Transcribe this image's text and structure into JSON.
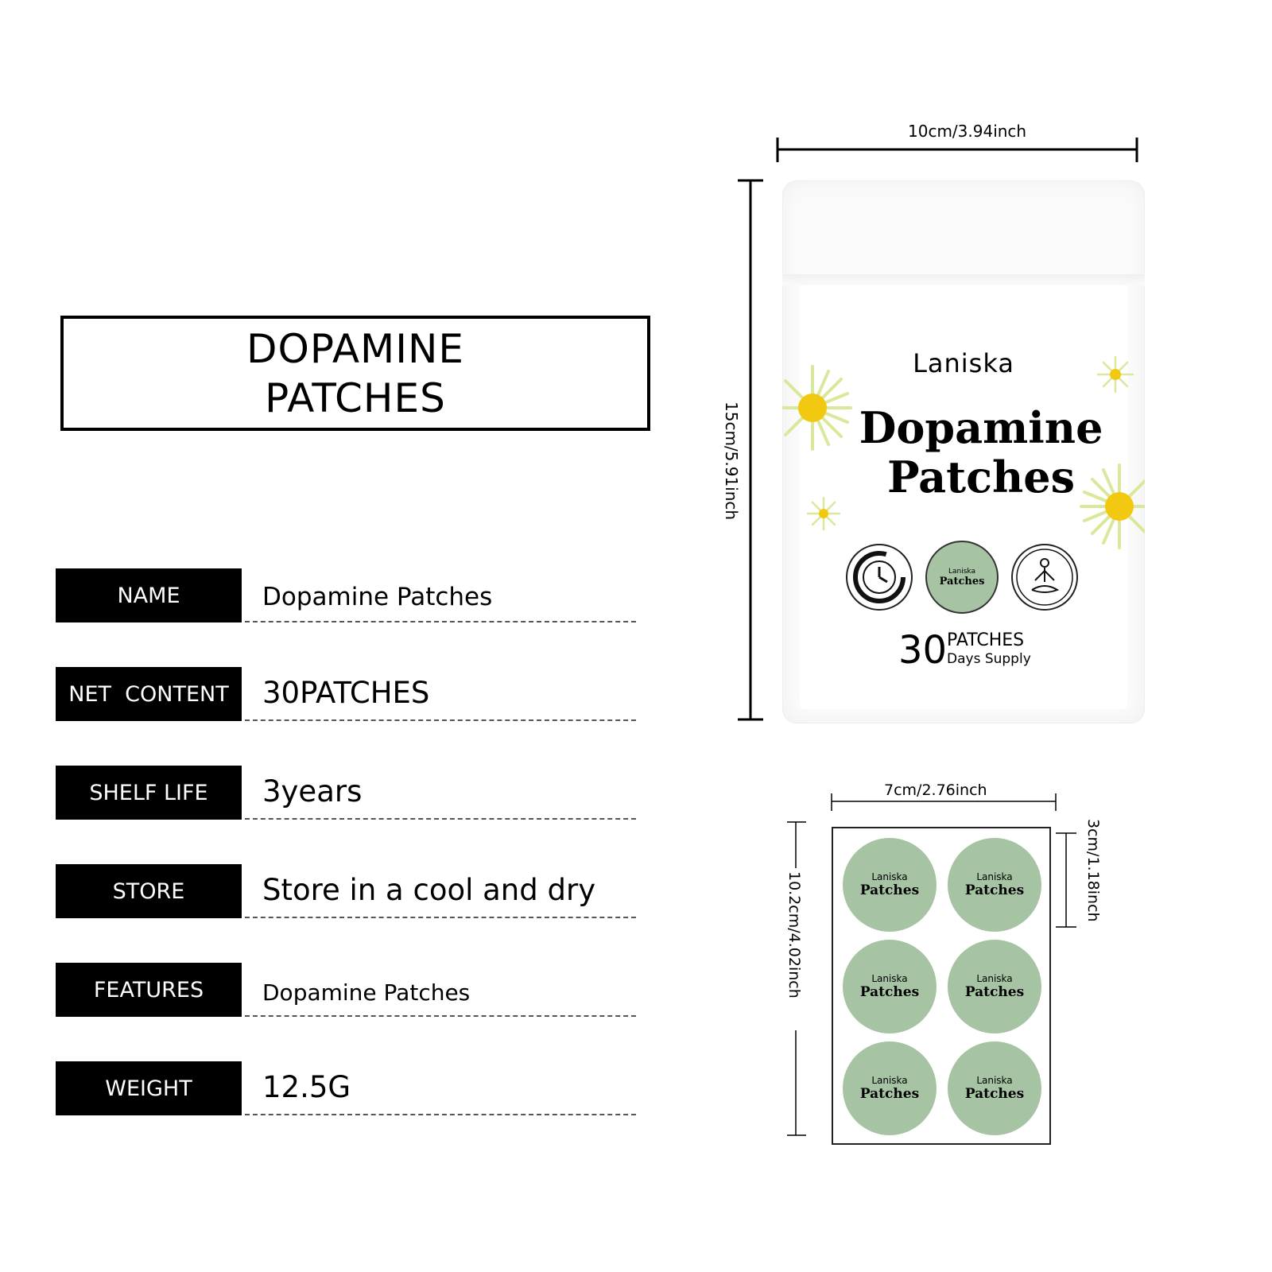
{
  "title": "DOPAMINE\nPATCHES",
  "specs": [
    {
      "label": "NAME",
      "value": "Dopamine Patches"
    },
    {
      "label": "NET  CONTENT",
      "value": "30PATCHES"
    },
    {
      "label": "SHELF LIFE",
      "value": "3years"
    },
    {
      "label": "STORE",
      "value": "Store in a cool and dry"
    },
    {
      "label": "FEATURES",
      "value": "Dopamine Patches"
    },
    {
      "label": "WEIGHT",
      "value": "12.5G"
    }
  ],
  "dimensions": {
    "pouch_width": "10cm/3.94inch",
    "pouch_height": "15cm/5.91inch",
    "sheet_width": "7cm/2.76inch",
    "sheet_height": "10.2cm/4.02inch",
    "patch_diameter": "3cm/1.18inch"
  },
  "package": {
    "brand": "Laniska",
    "name_line1": "Dopamine",
    "name_line2": "Patches",
    "badge_brand": "Laniska",
    "badge_name": "Patches",
    "count": "30",
    "count_label": "PATCHES",
    "count_sub": "Days Supply",
    "icons": [
      "clock-icon",
      "patch-badge",
      "meditation-icon"
    ],
    "accent_color": "#a6c4a3",
    "flower_color": "#d9e89a",
    "flower_center": "#f2c811"
  },
  "patches": [
    {
      "brand": "Laniska",
      "name": "Patches"
    },
    {
      "brand": "Laniska",
      "name": "Patches"
    },
    {
      "brand": "Laniska",
      "name": "Patches"
    },
    {
      "brand": "Laniska",
      "name": "Patches"
    },
    {
      "brand": "Laniska",
      "name": "Patches"
    },
    {
      "brand": "Laniska",
      "name": "Patches"
    }
  ]
}
